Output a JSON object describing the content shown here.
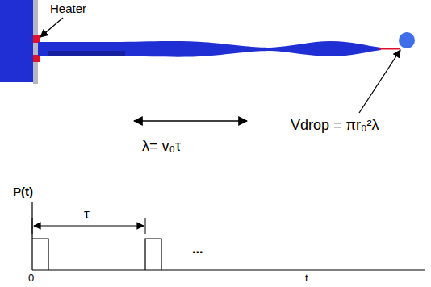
{
  "diagram": {
    "labels": [
      "Heater",
      "λ= v₀τ",
      "Vdrop = πr₀²λ",
      "P(t)",
      "τ",
      "...",
      "0",
      "t"
    ]
  }
}
